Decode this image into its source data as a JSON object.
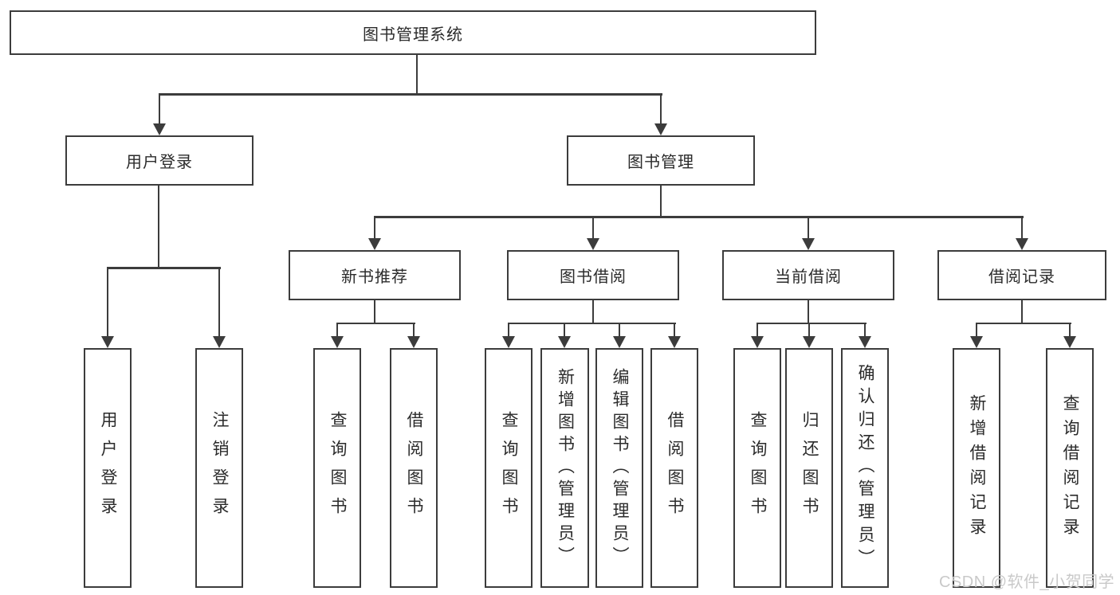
{
  "colors": {
    "background": "#ffffff",
    "line": "#3c3c3c",
    "border": "#3c3c3c",
    "text": "#2b2b2b",
    "watermark": "#c9c9c9"
  },
  "watermark": {
    "text": "CSDN @软件_小贺同学"
  },
  "tree": {
    "root": {
      "label": "图书管理系统",
      "children": [
        {
          "label": "用户登录",
          "children": [
            {
              "label": "用户登录"
            },
            {
              "label": "注销登录"
            }
          ]
        },
        {
          "label": "图书管理",
          "children": [
            {
              "label": "新书推荐",
              "children": [
                {
                  "label": "查询图书"
                },
                {
                  "label": "借阅图书"
                }
              ]
            },
            {
              "label": "图书借阅",
              "children": [
                {
                  "label": "查询图书"
                },
                {
                  "label": "新增图书（管理员）"
                },
                {
                  "label": "编辑图书（管理员）"
                },
                {
                  "label": "借阅图书"
                }
              ]
            },
            {
              "label": "当前借阅",
              "children": [
                {
                  "label": "查询图书"
                },
                {
                  "label": "归还图书"
                },
                {
                  "label": "确认归还（管理员）"
                }
              ]
            },
            {
              "label": "借阅记录",
              "children": [
                {
                  "label": "新增借阅记录"
                },
                {
                  "label": "查询借阅记录"
                }
              ]
            }
          ]
        }
      ]
    }
  }
}
